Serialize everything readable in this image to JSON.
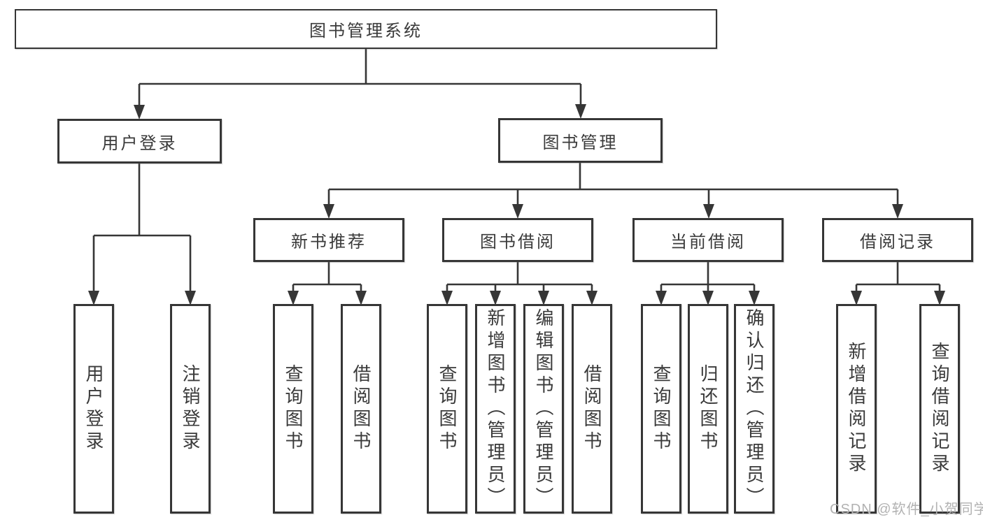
{
  "diagram": {
    "root": "图书管理系统",
    "branches": [
      {
        "label": "用户登录",
        "children": [
          "用户登录",
          "注销登录"
        ]
      },
      {
        "label": "图书管理",
        "sections": [
          {
            "label": "新书推荐",
            "children": [
              "查询图书",
              "借阅图书"
            ]
          },
          {
            "label": "图书借阅",
            "children": [
              "查询图书",
              "新增图书（管理员）",
              "编辑图书（管理员）",
              "借阅图书"
            ]
          },
          {
            "label": "当前借阅",
            "children": [
              "查询图书",
              "归还图书",
              "确认归还（管理员）"
            ]
          },
          {
            "label": "借阅记录",
            "children": [
              "新增借阅记录",
              "查询借阅记录"
            ]
          }
        ]
      }
    ]
  },
  "watermark": "CSDN @软件_小贺同学",
  "colors": {
    "line": "#363636",
    "border": "#363636",
    "text": "#3a3a3a",
    "watermark": "#b2b2b2",
    "background": "#ffffff"
  }
}
